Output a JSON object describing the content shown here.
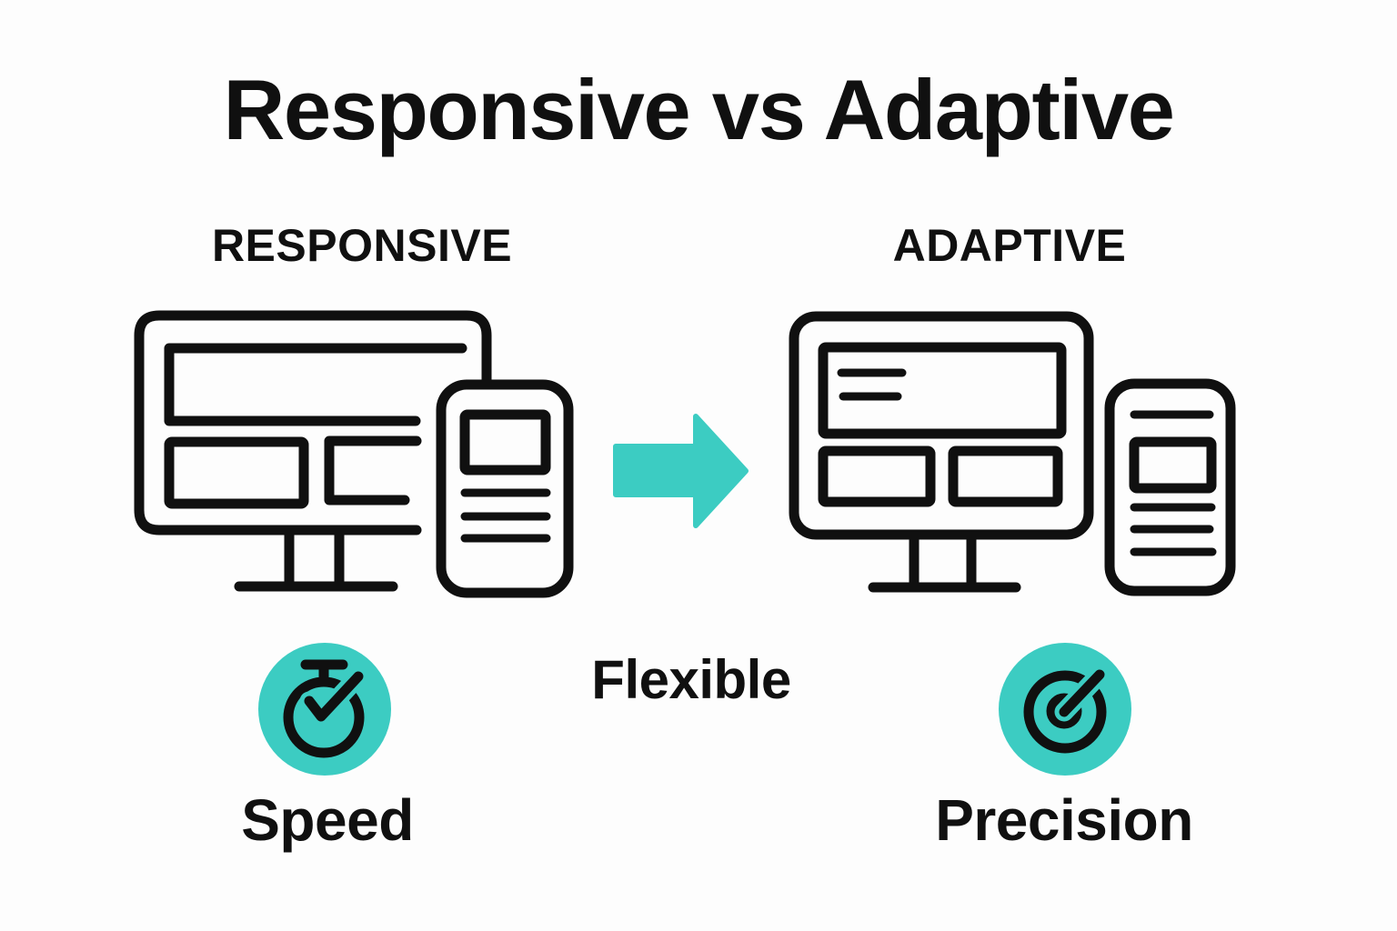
{
  "title": "Responsive vs Adaptive",
  "left": {
    "label": "RESPONSIVE",
    "caption": "Speed",
    "icon": "stopwatch-icon",
    "illustration": "desktop-monitor-with-overlapping-smartphone"
  },
  "right": {
    "label": "ADAPTIVE",
    "caption": "Precision",
    "icon": "target-icon",
    "illustration": "desktop-monitor-with-separate-smartphone"
  },
  "center": {
    "label": "Flexible",
    "icon": "arrow-right-icon"
  },
  "colors": {
    "accent": "#3CCCC2",
    "ink": "#101010",
    "background": "#FDFDFD"
  }
}
